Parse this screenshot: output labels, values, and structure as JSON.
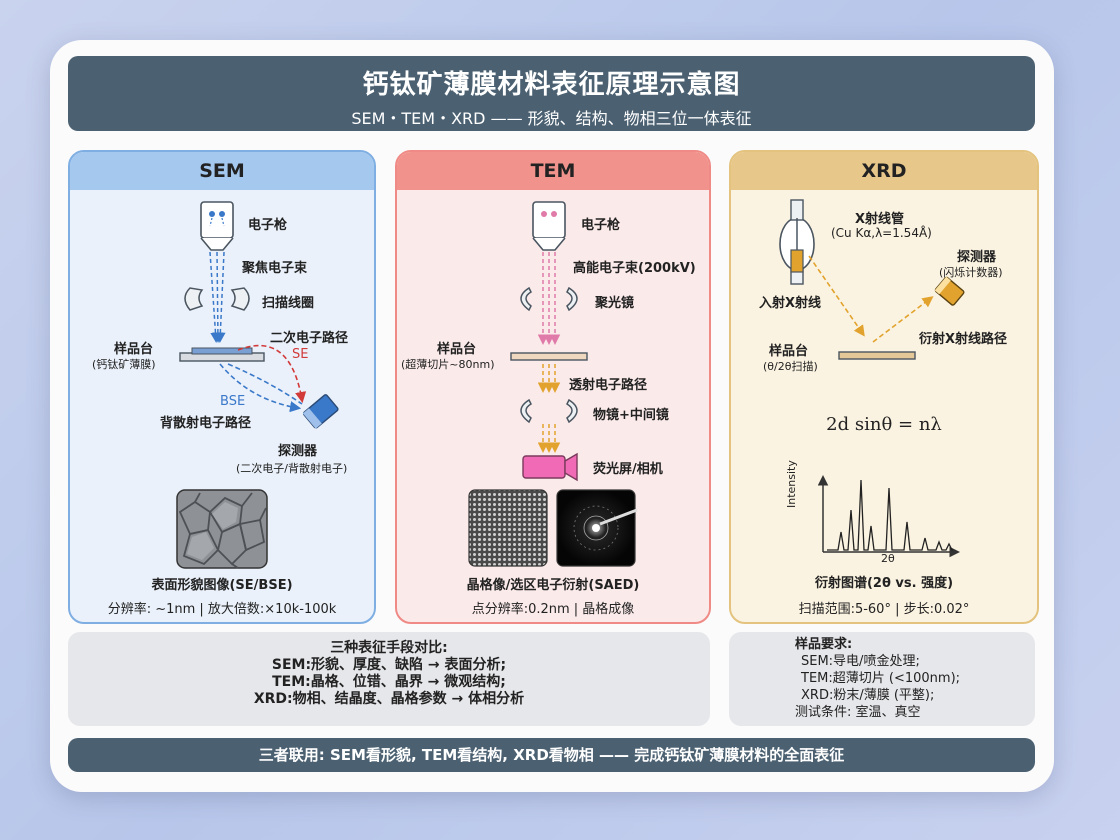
{
  "header": {
    "title": "钙钛矿薄膜材料表征原理示意图",
    "subtitle": "SEM・TEM・XRD —— 形貌、结构、物相三位一体表征"
  },
  "sem": {
    "title": "SEM",
    "gun": "电子枪",
    "beam": "聚焦电子束",
    "coil": "扫描线圈",
    "stage": "样品台",
    "stage_sub": "(钙钛矿薄膜)",
    "se_path": "二次电子路径",
    "se": "SE",
    "bse": "BSE",
    "bse_path": "背散射电子路径",
    "detector": "探测器",
    "detector_sub": "(二次电子/背散射电子)",
    "image_label": "表面形貌图像(SE/BSE)",
    "footer": "分辨率: ~1nm | 放大倍数:×10k-100k"
  },
  "tem": {
    "title": "TEM",
    "gun": "电子枪",
    "beam": "高能电子束(200kV)",
    "condenser": "聚光镜",
    "stage": "样品台",
    "stage_sub": "(超薄切片~80nm)",
    "trans": "透射电子路径",
    "objective": "物镜+中间镜",
    "screen": "荧光屏/相机",
    "image_label": "晶格像/选区电子衍射(SAED)",
    "footer": "点分辨率:0.2nm | 晶格成像"
  },
  "xrd": {
    "title": "XRD",
    "tube": "X射线管",
    "tube_sub": "(Cu Kα,λ=1.54Å)",
    "detector": "探测器",
    "detector_sub": "(闪烁计数器)",
    "incident": "入射X射线",
    "diffracted": "衍射X射线路径",
    "stage": "样品台",
    "stage_sub": "(θ/2θ扫描)",
    "equation": "2d sinθ = nλ",
    "ylabel": "Intensity",
    "xlabel": "2θ",
    "pattern_label": "衍射图谱(2θ vs. 强度)",
    "footer": "扫描范围:5-60° | 步长:0.02°"
  },
  "compare": {
    "title": "三种表征手段对比:",
    "lines": [
      "SEM:形貌、厚度、缺陷 → 表面分析;",
      "TEM:晶格、位错、晶界 → 微观结构;",
      "XRD:物相、结晶度、晶格参数 → 体相分析"
    ]
  },
  "requirements": {
    "title": "样品要求:",
    "lines": [
      "SEM:导电/喷金处理;",
      "TEM:超薄切片 (<100nm);",
      "XRD:粉末/薄膜 (平整);",
      "测试条件: 室温、真空"
    ]
  },
  "bottom": "三者联用: SEM看形貌, TEM看结构, XRD看物相 —— 完成钙钛矿薄膜材料的全面表征",
  "colors": {
    "header": "#4b6172",
    "sem": "#7eaee2",
    "tem": "#ef8a86",
    "xrd": "#e3c37e",
    "se_arrow": "#d23a3a",
    "bse_arrow": "#3a78c9"
  }
}
